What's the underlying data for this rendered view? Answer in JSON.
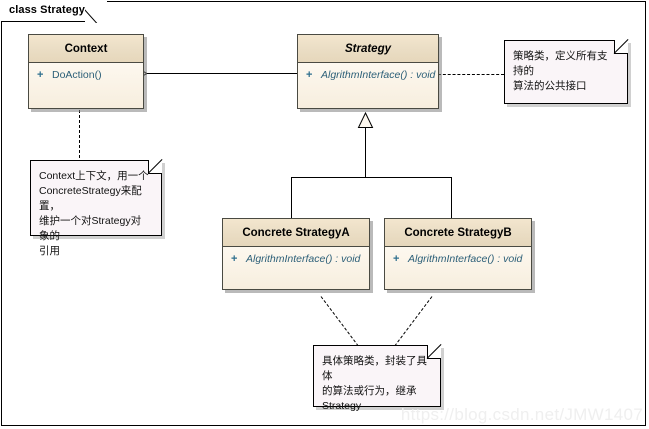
{
  "frame": {
    "label": "class Strategy"
  },
  "classes": [
    {
      "name": "Context",
      "italic_title": false,
      "members": [
        {
          "visibility": "+",
          "signature": "DoAction()",
          "italic": false
        }
      ]
    },
    {
      "name": "Strategy",
      "italic_title": true,
      "members": [
        {
          "visibility": "+",
          "signature": "AlgrithmInterface() : void",
          "italic": true
        }
      ]
    },
    {
      "name": "Concrete StrategyA",
      "italic_title": false,
      "members": [
        {
          "visibility": "+",
          "signature": "AlgrithmInterface() : void",
          "italic": true
        }
      ]
    },
    {
      "name": "Concrete StrategyB",
      "italic_title": false,
      "members": [
        {
          "visibility": "+",
          "signature": "AlgrithmInterface() : void",
          "italic": true
        }
      ]
    }
  ],
  "notes": [
    {
      "id": "note-strategy",
      "text": "策略类，定义所有支持的\n算法的公共接口"
    },
    {
      "id": "note-context",
      "text": "Context上下文，用一个\nConcreteStrategy来配置，\n维护一个对Strategy对象的\n引用"
    },
    {
      "id": "note-concrete",
      "text": "具体策略类，封装了具体\n的算法或行为，继承\nStrategy"
    }
  ],
  "relationships": {
    "aggregation_label": "aggregation-context-to-strategy",
    "generalization_a_label": "generalization-strategya-to-strategy",
    "generalization_b_label": "generalization-strategyb-to-strategy"
  },
  "watermark": {
    "text": "https://blog.csdn.net/JMW1407"
  },
  "colors": {
    "class_header": "#eaddc4",
    "class_body": "#faf3e6",
    "note_background": "#faf5f8",
    "visibility_marker": "#2e6f8e",
    "line": "#000000"
  }
}
